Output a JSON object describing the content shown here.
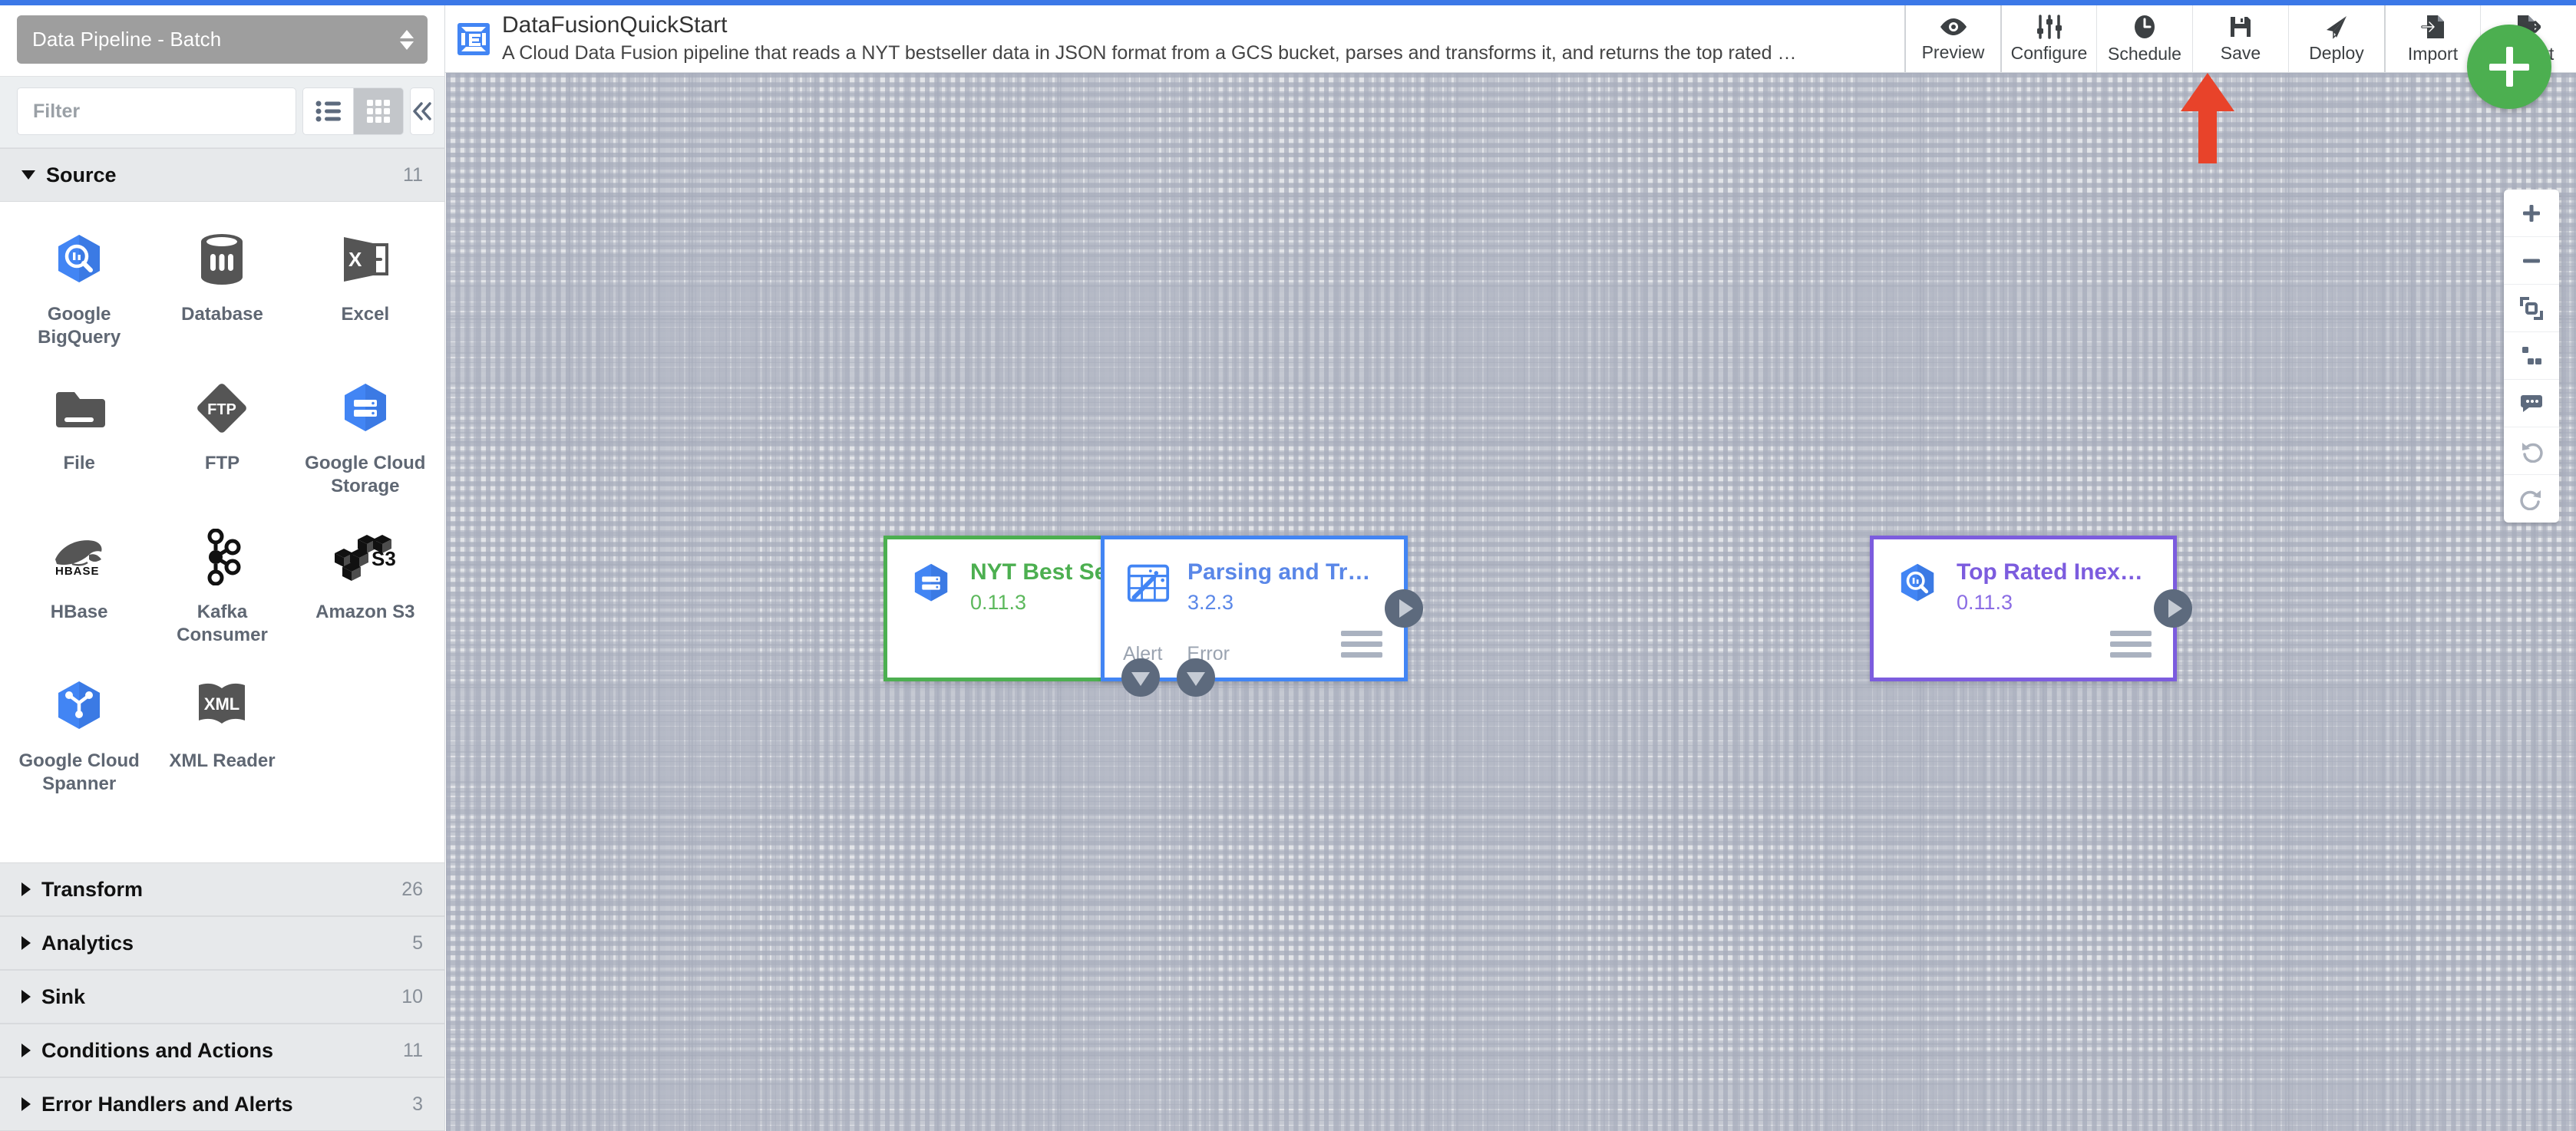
{
  "window": {
    "accent_color": "#3b78e7"
  },
  "sidebar": {
    "pipeline_type": "Data Pipeline - Batch",
    "filter_placeholder": "Filter",
    "filter_value": "",
    "view_list_label": "list-view",
    "view_grid_label": "grid-view",
    "collapse_label": "«",
    "source_category": {
      "label": "Source",
      "count": "11",
      "expanded": true
    },
    "plugins": [
      {
        "label": "Google BigQuery",
        "icon": "bigquery-icon"
      },
      {
        "label": "Database",
        "icon": "database-icon"
      },
      {
        "label": "Excel",
        "icon": "excel-icon"
      },
      {
        "label": "File",
        "icon": "file-icon"
      },
      {
        "label": "FTP",
        "icon": "ftp-icon"
      },
      {
        "label": "Google Cloud Storage",
        "icon": "gcs-icon"
      },
      {
        "label": "HBase",
        "icon": "hbase-icon"
      },
      {
        "label": "Kafka Consumer",
        "icon": "kafka-icon"
      },
      {
        "label": "Amazon S3",
        "icon": "s3-icon"
      },
      {
        "label": "Google Cloud Spanner",
        "icon": "spanner-icon"
      },
      {
        "label": "XML Reader",
        "icon": "xml-icon"
      }
    ],
    "categories": [
      {
        "label": "Transform",
        "count": "26"
      },
      {
        "label": "Analytics",
        "count": "5"
      },
      {
        "label": "Sink",
        "count": "10"
      },
      {
        "label": "Conditions and Actions",
        "count": "11"
      },
      {
        "label": "Error Handlers and Alerts",
        "count": "3"
      }
    ]
  },
  "toolbar": {
    "logo": "data-fusion-logo",
    "title": "DataFusionQuickStart",
    "description": "A Cloud Data Fusion pipeline that reads a NYT bestseller data in JSON format from a GCS bucket, parses and transforms it, and returns the top rated book…",
    "actions": [
      {
        "label": "Preview",
        "icon": "eye-icon"
      },
      {
        "label": "Configure",
        "icon": "sliders-icon"
      },
      {
        "label": "Schedule",
        "icon": "clock-icon"
      },
      {
        "label": "Save",
        "icon": "floppy-disk-icon"
      },
      {
        "label": "Deploy",
        "icon": "paper-plane-icon"
      },
      {
        "label": "Import",
        "icon": "import-icon"
      },
      {
        "label": "Export",
        "icon": "export-icon"
      }
    ]
  },
  "canvas": {
    "nodes": [
      {
        "name": "NYT Best Selle…",
        "version": "0.11.3",
        "icon": "gcs-icon",
        "color": "#4caf50",
        "title_color": "#4caf50",
        "ports": []
      },
      {
        "name": "Parsing and Tr…",
        "version": "3.2.3",
        "icon": "wrangler-icon",
        "color": "#4285f4",
        "title_color": "#5a87e8",
        "ports": [
          "Alert",
          "Error"
        ]
      },
      {
        "name": "Top Rated Inex…",
        "version": "0.11.3",
        "icon": "bigquery-icon",
        "color": "#7c5cde",
        "title_color": "#7c5cde",
        "ports": []
      }
    ],
    "annotation": {
      "type": "arrow-up",
      "color": "#e8432a",
      "points_to": "Deploy"
    },
    "add_button": "add-node-button",
    "controls": [
      {
        "name": "zoom-in-icon"
      },
      {
        "name": "zoom-out-icon"
      },
      {
        "name": "fit-to-screen-icon"
      },
      {
        "name": "align-nodes-icon"
      },
      {
        "name": "comment-icon"
      },
      {
        "name": "undo-icon"
      },
      {
        "name": "redo-icon"
      }
    ]
  }
}
